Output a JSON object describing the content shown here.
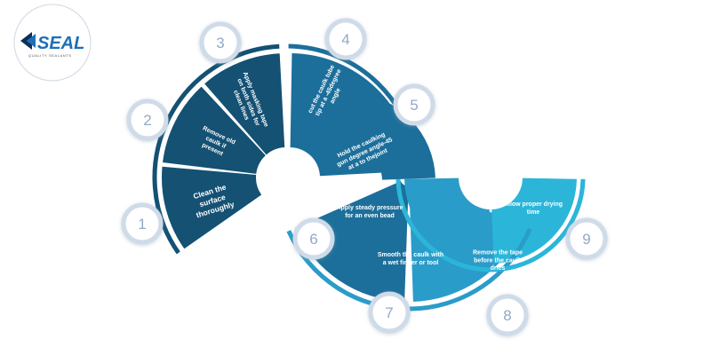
{
  "logo": {
    "text": "SEAL",
    "tagline": "QUALITY SEALANTS"
  },
  "colors": {
    "segment_dark": "#145173",
    "segment_mid": "#1c6f9b",
    "segment_light": "#2a9cc9",
    "segment_cyan": "#2bb6d9",
    "badge_ring": "#cfdbe8",
    "number": "#93a8c6",
    "logo_blue": "#1d6fb8"
  },
  "steps": [
    {
      "number": "1",
      "text": "Clean the surface thoroughly"
    },
    {
      "number": "2",
      "text": "Remove old caulk if present"
    },
    {
      "number": "3",
      "text": "Apply masking tape on both sides for clean lines"
    },
    {
      "number": "4",
      "text": "cut the caulk tube tip at a -45degree angle"
    },
    {
      "number": "5",
      "text": "Hold the caulking gun degree angle-45 at a to thejoint"
    },
    {
      "number": "6",
      "text": "Apply steady pressure for an even bead"
    },
    {
      "number": "7",
      "text": "Smooth the caulk with a wet finger or tool"
    },
    {
      "number": "8",
      "text": "Remove the tape before the caulk dries"
    },
    {
      "number": "9",
      "text": "Allow proper drying time"
    }
  ]
}
